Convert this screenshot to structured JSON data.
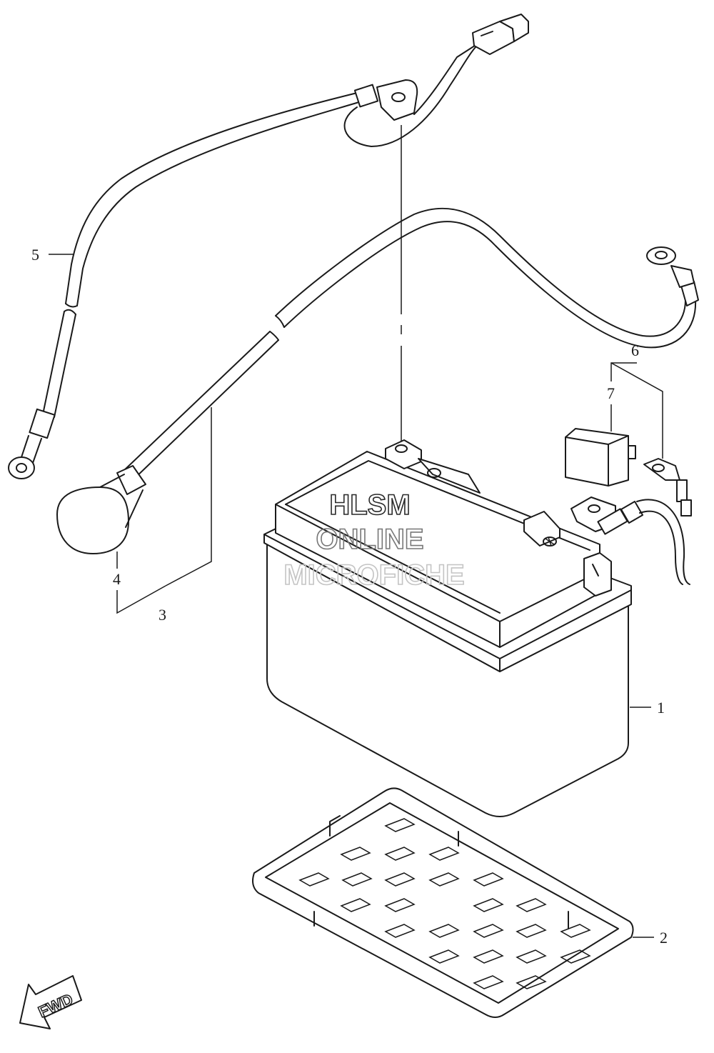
{
  "callouts": [
    {
      "id": "1",
      "label": "1"
    },
    {
      "id": "2",
      "label": "2"
    },
    {
      "id": "3",
      "label": "3"
    },
    {
      "id": "4",
      "label": "4"
    },
    {
      "id": "5",
      "label": "5"
    },
    {
      "id": "6",
      "label": "6"
    },
    {
      "id": "7",
      "label": "7"
    }
  ],
  "watermark": {
    "line1": "HLSM",
    "line2": "ONLINE",
    "line3": "MICROFICHE"
  },
  "direction_marker": {
    "label": "FWD",
    "icon": "forward-arrow-icon"
  }
}
